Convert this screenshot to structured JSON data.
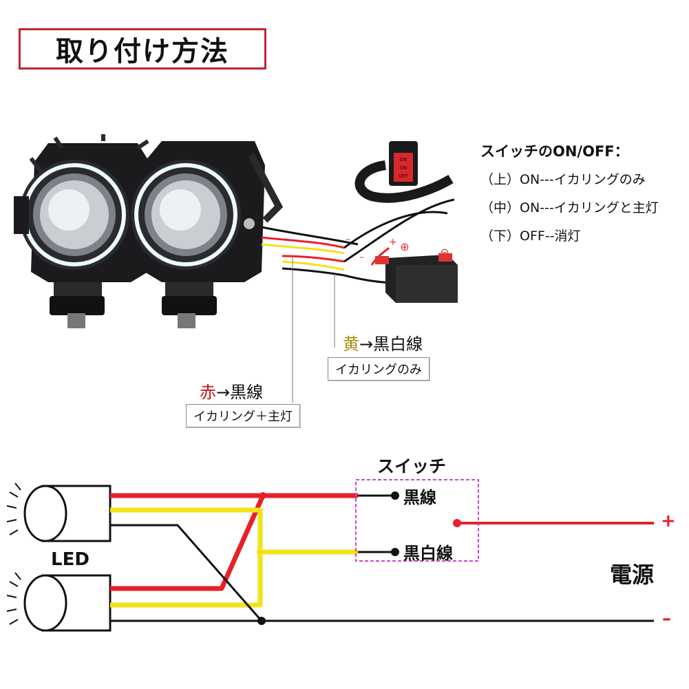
{
  "title": "取り付け方法",
  "switch_info": {
    "heading": "スイッチのON/OFF：",
    "lines": [
      "（上）ON---イカリングのみ",
      "（中）ON---イカリングと主灯",
      "（下）OFF--消灯"
    ]
  },
  "switch_button_labels": [
    "ON",
    "ON",
    "OFF"
  ],
  "battery_terminals": {
    "plus": "⊕",
    "minus": "⊖"
  },
  "wire_marks": {
    "plus": "+",
    "minus": "–"
  },
  "callouts": {
    "yellow": {
      "color_word": "黄",
      "arrow": "→",
      "target": "黒白線",
      "tag": "イカリングのみ"
    },
    "red": {
      "color_word": "赤",
      "arrow": "→",
      "target": "黒線",
      "tag": "イカリング＋主灯"
    }
  },
  "diagram": {
    "switch_label": "スイッチ",
    "black_wire_label": "黒線",
    "black_white_wire_label": "黒白線",
    "led_label": "LED",
    "power_label": "電源",
    "plus": "+",
    "minus": "–"
  },
  "colors": {
    "red_wire": "#e8202a",
    "yellow_wire": "#f2e318",
    "black_wire": "#111111",
    "title_border": "#c0272d",
    "switch_box_border": "#cc44cc"
  }
}
